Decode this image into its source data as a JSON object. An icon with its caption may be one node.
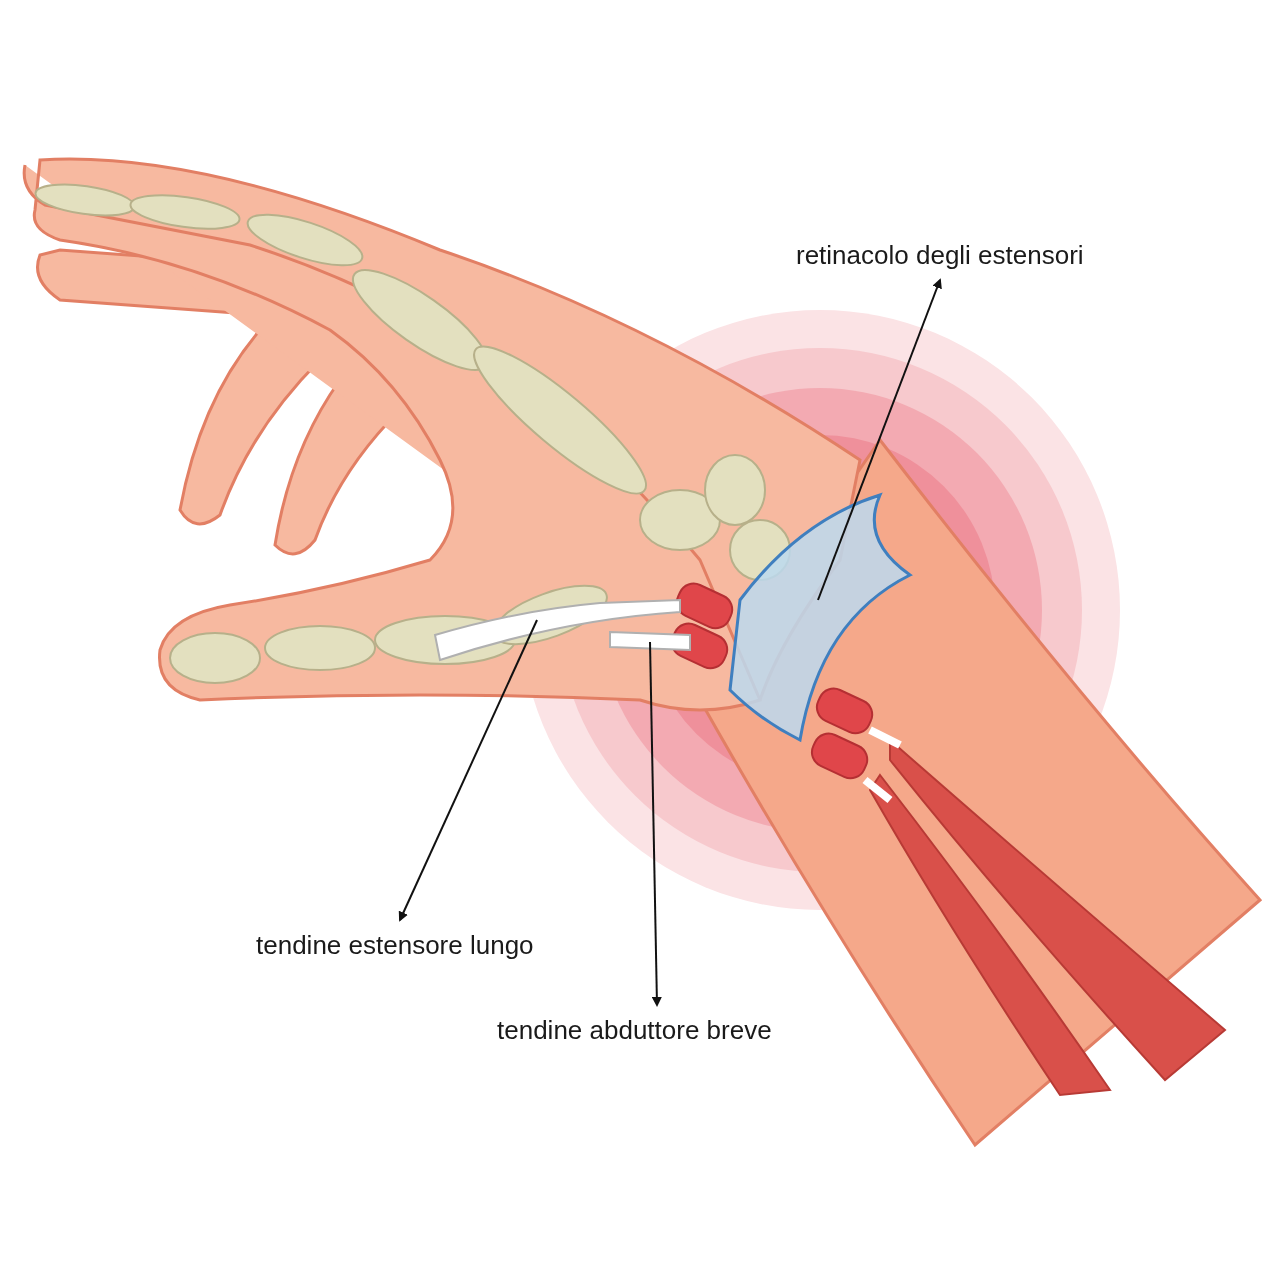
{
  "diagram": {
    "nodes": [
      {
        "text": [
          "retinacolo degli estensori"
        ]
      },
      {
        "text": [
          "tendine estensore lungo"
        ]
      },
      {
        "text": [
          "tendine abduttore breve"
        ]
      },
      {
        "text": [],
        "shape": "band"
      },
      {
        "text": [],
        "shape": "bar"
      },
      {
        "text": [],
        "shape": "bar"
      }
    ],
    "edges": [
      {
        "from": 3,
        "to": 0,
        "arrow": "to"
      },
      {
        "from": 4,
        "to": 1,
        "arrow": "to"
      },
      {
        "from": 5,
        "to": 2,
        "arrow": "to"
      }
    ]
  }
}
